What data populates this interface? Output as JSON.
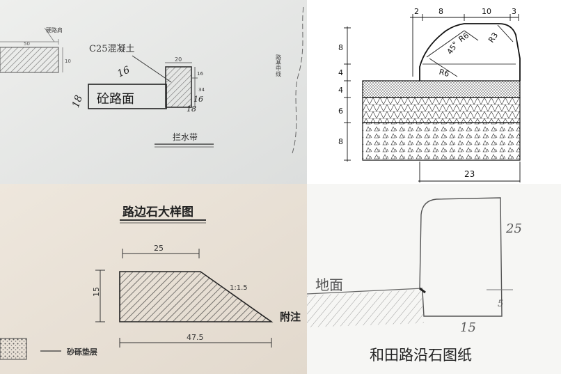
{
  "panel1": {
    "road_edge_label": "硬路肩",
    "dim_50": "50",
    "dim_10": "10",
    "concrete_label": "C25混凝土",
    "dim_20": "20",
    "dim_16_right": "16",
    "dim_34": "34",
    "dim_16_left": "16",
    "hand_16_top": "16",
    "hand_18_bottom": "18",
    "hand_18_side": "18",
    "slab_label": "砼路面",
    "centerline_label": "路基中线",
    "curb_label": "拦水带"
  },
  "panel2": {
    "dims_top": [
      "2",
      "8",
      "10",
      "3"
    ],
    "dims_left": [
      "8",
      "4",
      "4",
      "6",
      "8"
    ],
    "angle": "45°",
    "radius_labels": [
      "R6",
      "R3",
      "R6"
    ],
    "dim_bottom": "23"
  },
  "panel3": {
    "title": "路边石大样图",
    "dim_top": "25",
    "dim_height": "15",
    "slope": "1:1.5",
    "dim_bottom": "47.5",
    "side_text": "附注",
    "legend_label": "砂砾垫层"
  },
  "panel4": {
    "dim_25": "25",
    "dim_5": "5",
    "dim_15": "15",
    "ground_label": "地面",
    "caption": "和田路沿石图纸"
  }
}
